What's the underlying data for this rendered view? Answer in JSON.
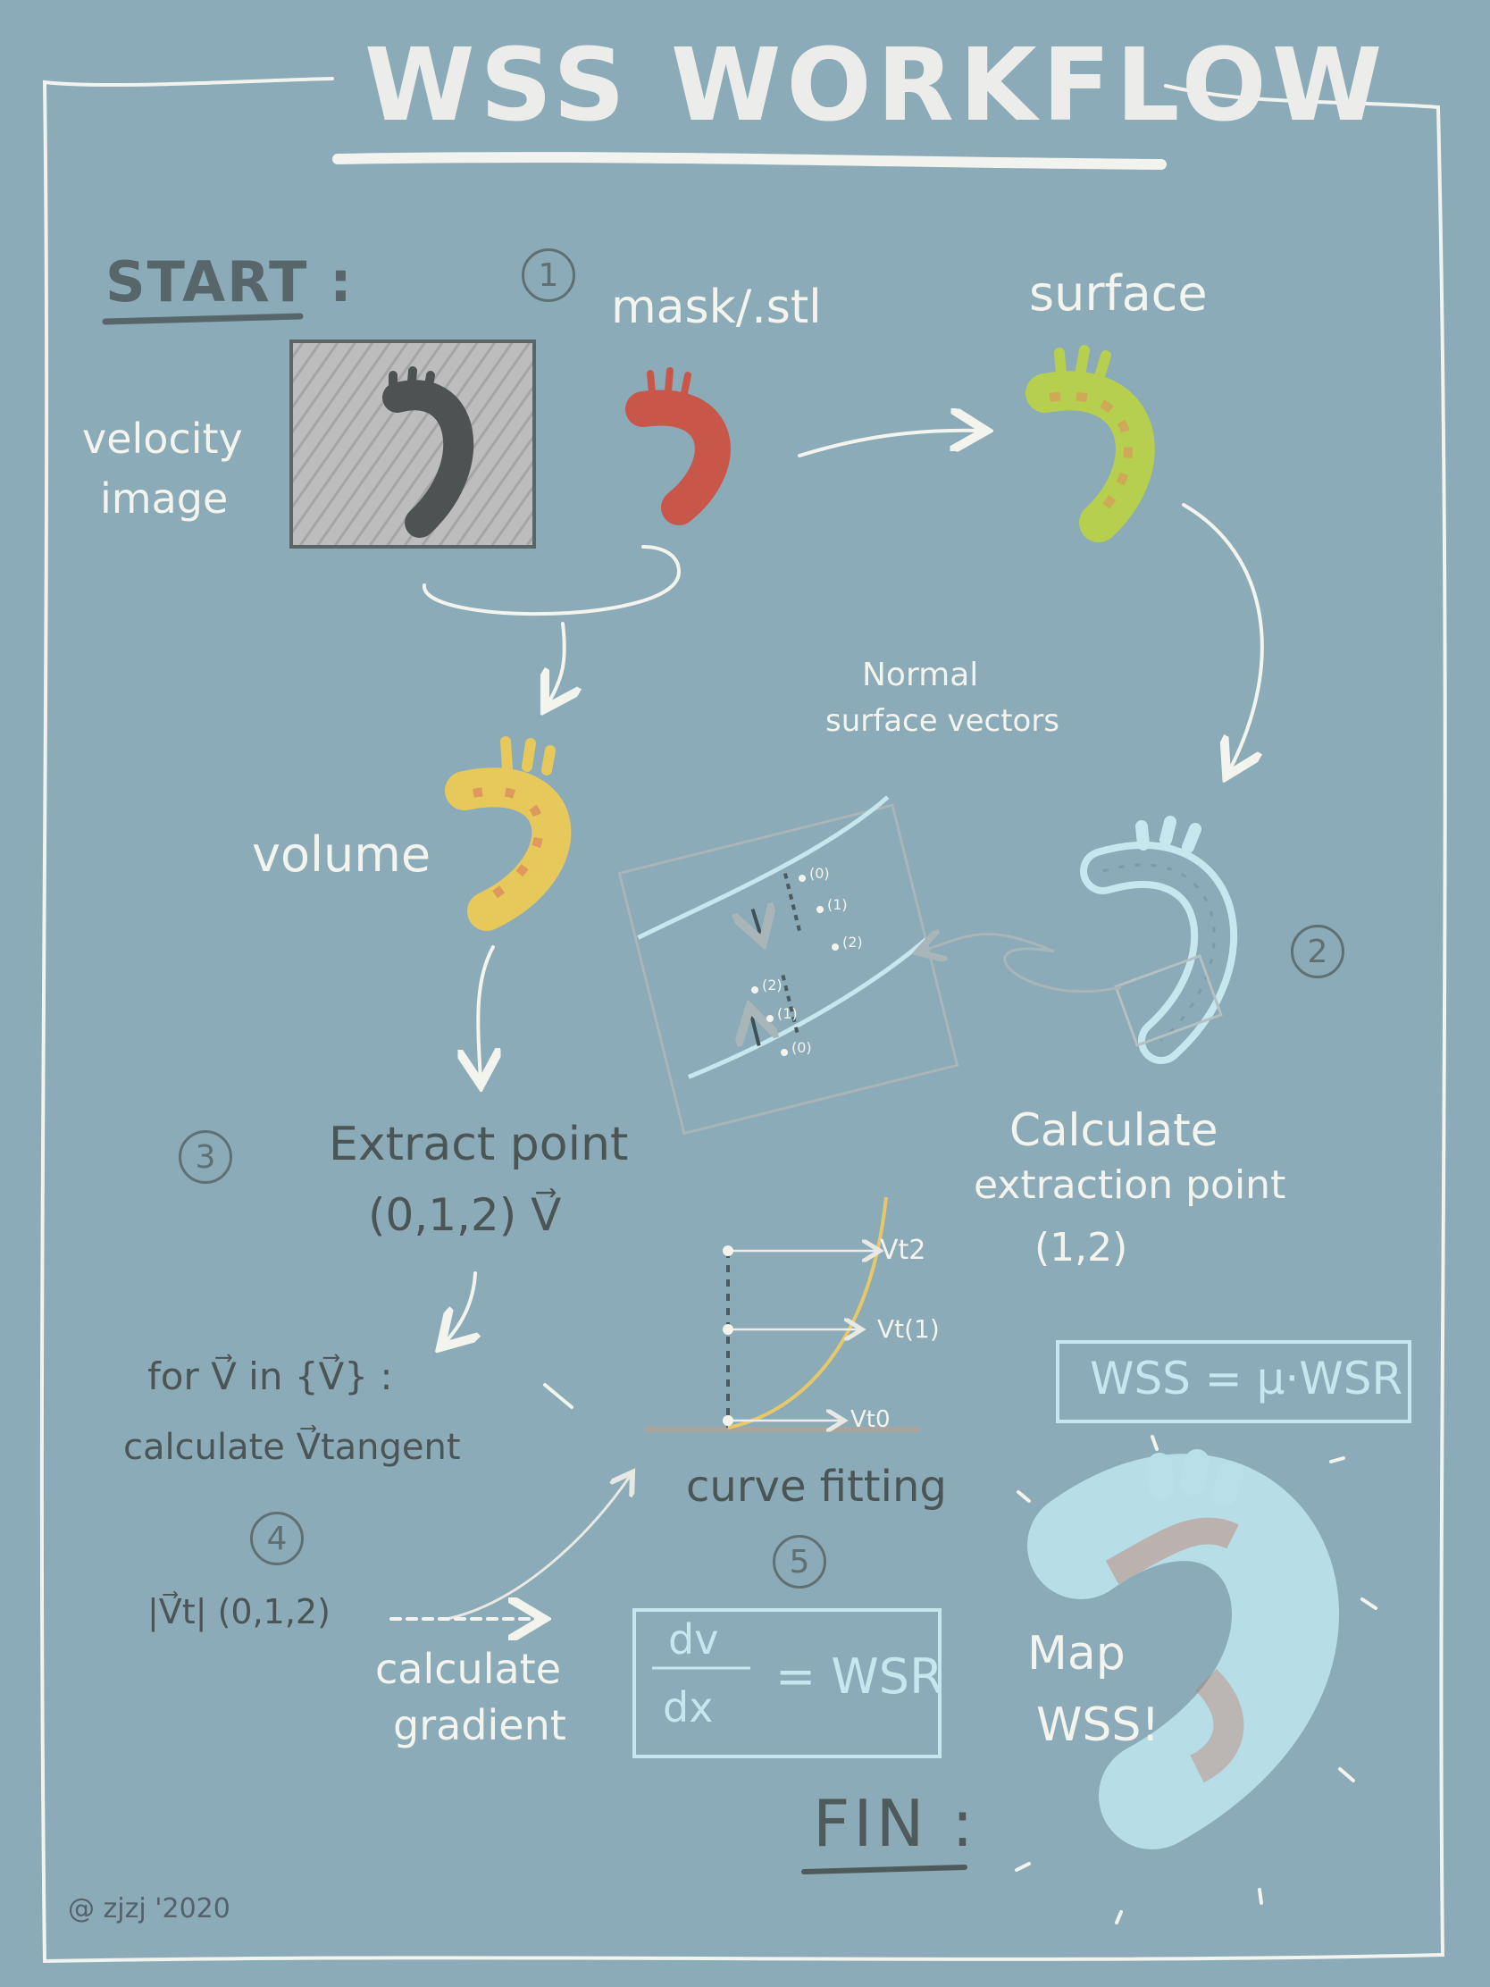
{
  "title": "WSS WORKFLOW",
  "start_label": "START :",
  "fin_label": "FIN :",
  "credit": "@ zjzj '2020",
  "inputs": {
    "velocity_image_line1": "velocity",
    "velocity_image_line2": "image",
    "mask_stl": "mask/.stl",
    "surface": "surface",
    "volume": "volume",
    "normal_line1": "Normal",
    "normal_line2": "surface vectors"
  },
  "steps": [
    {
      "number": "1"
    },
    {
      "number": "2",
      "line1": "Calculate",
      "line2": "extraction point",
      "line3": "(1,2)"
    },
    {
      "number": "3",
      "line1": "Extract point",
      "line2": "(0,1,2) V⃗"
    },
    {
      "number": "4",
      "line1": "for V⃗ in {V⃗} :",
      "line2": "calculate V⃗tangent",
      "line3": "|V⃗t| (0,1,2)"
    },
    {
      "number": "5",
      "label": "curve fitting"
    }
  ],
  "gradient_line1": "calculate",
  "gradient_line2": "gradient",
  "curve": {
    "labels": [
      "Vt2",
      "Vt(1)",
      "Vt0"
    ]
  },
  "detail_points": [
    "(0)",
    "(1)",
    "(2)"
  ],
  "formulas": {
    "wsr_numerator": "dv",
    "wsr_denominator": "dx",
    "wsr_rhs": "= WSR",
    "wss": "WSS = μ·WSR"
  },
  "map_line1": "Map",
  "map_line2": "WSS!",
  "colors": {
    "background": "#8aabb7",
    "chalk_white": "#f4f4ef",
    "dark_text": "#4b5556",
    "cyan": "#c6e7ee",
    "mesh_red": "#c8574a",
    "surface_green": "#b7cf4e",
    "volume_yellow": "#e7c85a",
    "curve_yellow": "#e6c86a"
  }
}
